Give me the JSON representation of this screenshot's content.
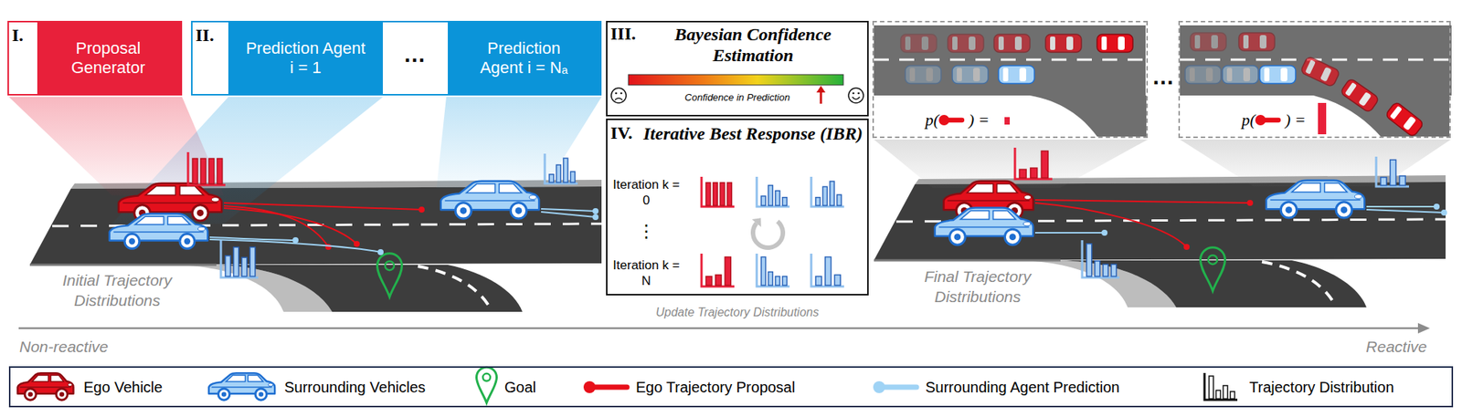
{
  "diagram": {
    "nodes": [
      {
        "text": [
          "I.",
          "Proposal Generator"
        ]
      },
      {
        "text": [
          "II."
        ]
      },
      {
        "text": [
          "Prediction Agent i = 1"
        ],
        "in": 1
      },
      {
        "text": [
          "Prediction Agent i = Nₐ"
        ],
        "in": 1
      },
      {
        "text": [
          "III.",
          "Bayesian Confidence Estimation",
          "Confidence in Prediction"
        ]
      },
      {
        "text": [
          "IV.",
          "Iterative Best Response (IBR)",
          "Iteration k = 0",
          "⋮",
          "Iteration k = N"
        ]
      },
      {
        "text": [
          "p(",
          ") ="
        ]
      },
      {
        "text": [
          "p(",
          ") ="
        ]
      }
    ],
    "labels": [
      "…",
      "Initial Trajectory Distributions",
      "Update Trajectory Distributions",
      "Final Trajectory Distributions",
      "…",
      "Non-reactive",
      "Reactive"
    ],
    "legend": [
      {
        "text": "Ego Vehicle"
      },
      {
        "text": "Surrounding Vehicles"
      },
      {
        "text": "Goal"
      },
      {
        "text": "Ego Trajectory Proposal"
      },
      {
        "text": "Surrounding Agent Prediction"
      },
      {
        "text": "Trajectory Distribution"
      }
    ]
  }
}
